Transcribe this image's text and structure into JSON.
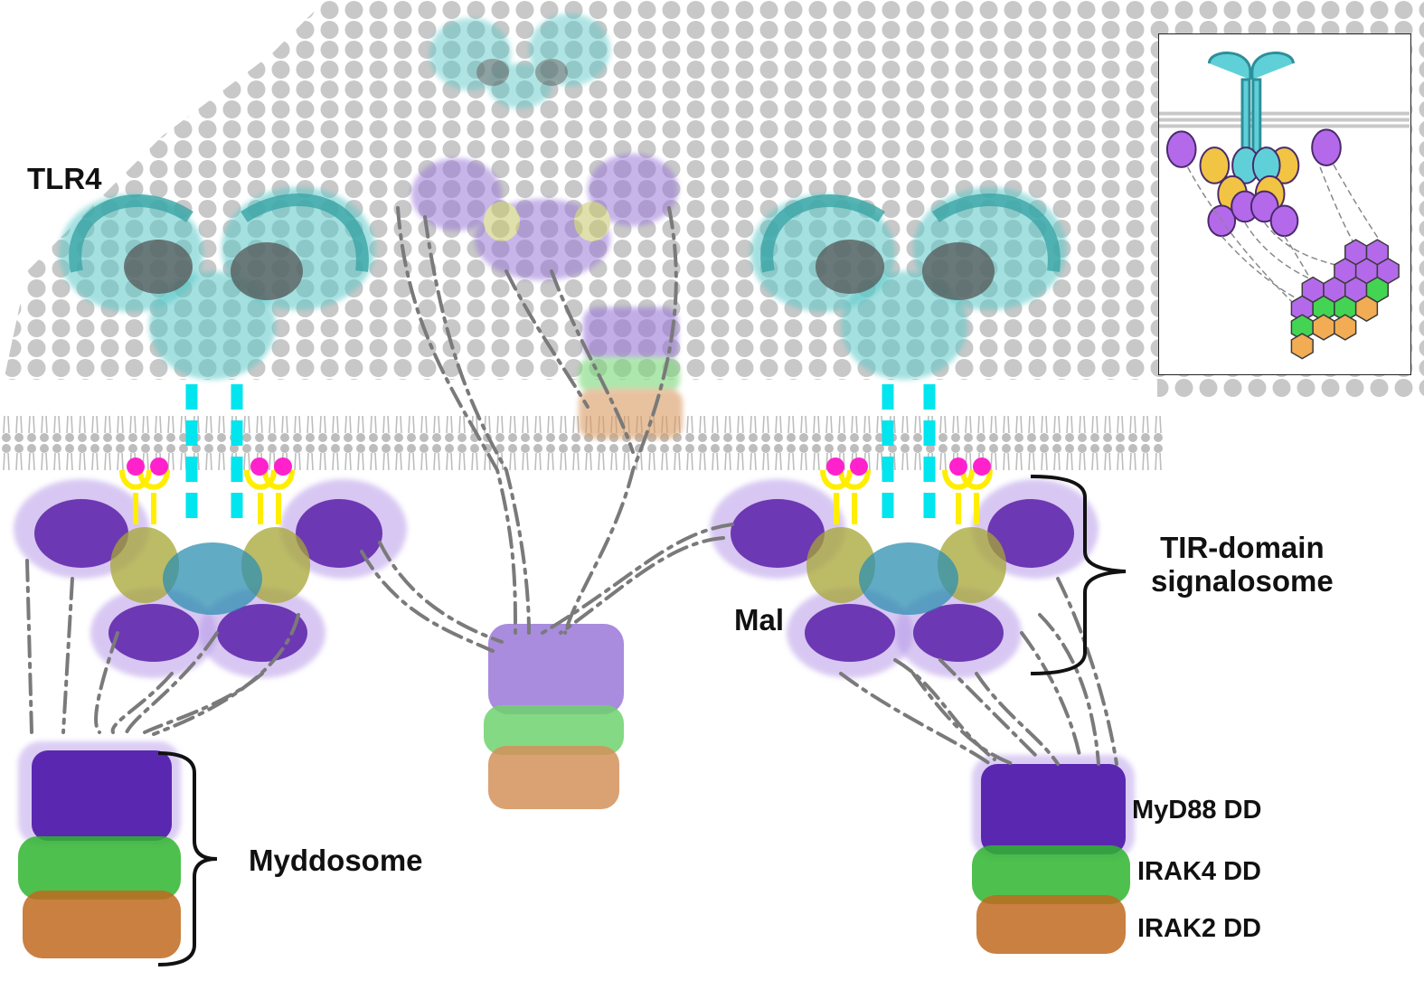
{
  "labels": {
    "tlr4": "TLR4",
    "tir_line1": "TIR-domain",
    "tir_line2": "signalosome",
    "mal": "Mal",
    "myddosome": "Myddosome",
    "myd88": "MyD88 DD",
    "irak4": "IRAK4 DD",
    "irak2": "IRAK2 DD"
  },
  "colors": {
    "tlr4_ectodomain": "#5cc8c8",
    "md2": "#555555",
    "transmembrane": "#00e5ee",
    "mal_adapter": "#ffee00",
    "mal_head": "#ff22cc",
    "myd88_tir": "#5a1fa8",
    "tir_core": "#2e8fb0",
    "mal_tir": "#a6a634",
    "myd88_dd": "#4b16a8",
    "irak4_dd": "#2fb52f",
    "irak2_dd": "#c06a20",
    "membrane": "#c2c2c2"
  }
}
